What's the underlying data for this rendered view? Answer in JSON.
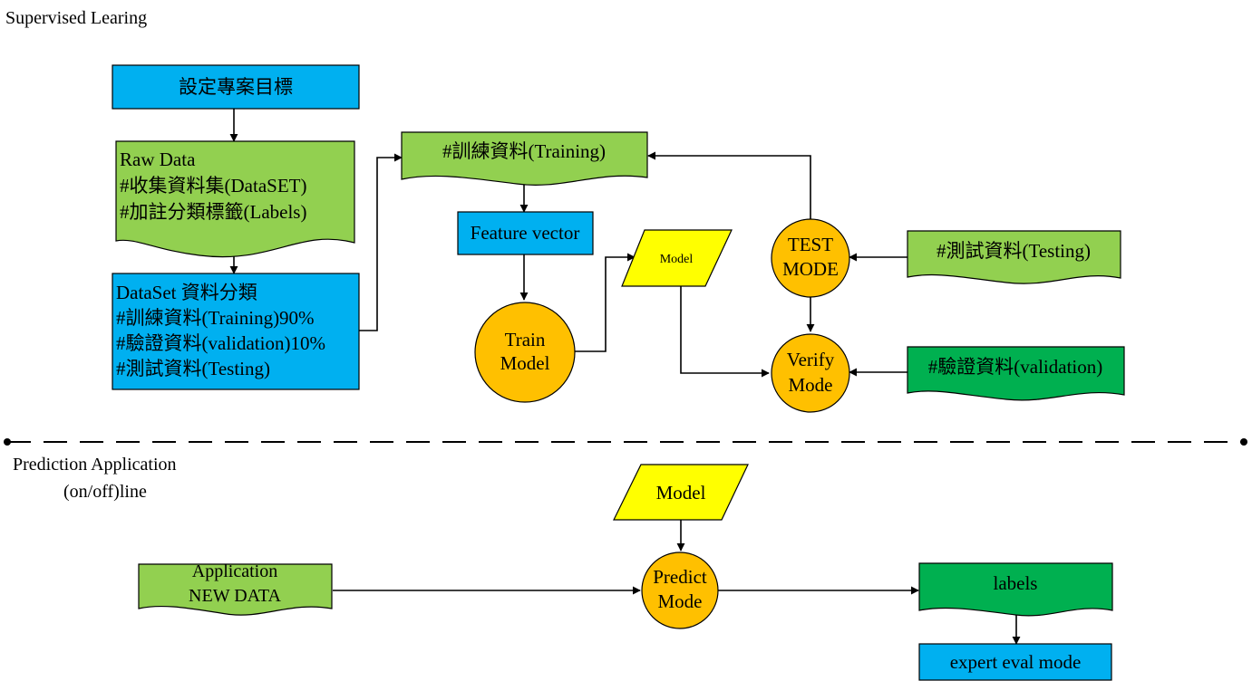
{
  "colors": {
    "blue": "#00b0f0",
    "light_green": "#92d050",
    "dark_green": "#00b050",
    "orange": "#ffc000",
    "yellow": "#ffff00"
  },
  "sections": {
    "top": "Supervised Learing",
    "bottom_line1": "Prediction Application",
    "bottom_line2": "(on/off)line"
  },
  "nodes": {
    "goal": "設定專案目標",
    "raw_data": [
      "Raw Data",
      "#收集資料集(DataSET)",
      "#加註分類標籤(Labels)"
    ],
    "dataset": [
      "DataSet 資料分類",
      "#訓練資料(Training)90%",
      "#驗證資料(validation)10%",
      "#測試資料(Testing)"
    ],
    "training": "#訓練資料(Training)",
    "feature_vector": "Feature vector",
    "train_model": [
      "Train",
      "Model"
    ],
    "model_top": "Model",
    "test_mode": [
      "TEST",
      "MODE"
    ],
    "testing": "#測試資料(Testing)",
    "verify_mode": [
      "Verify",
      "Mode"
    ],
    "validation": "#驗證資料(validation)",
    "model_bottom": "Model",
    "app_data": [
      "Application",
      "NEW DATA"
    ],
    "predict_mode": [
      "Predict",
      "Mode"
    ],
    "labels": "labels",
    "expert": "expert eval mode"
  }
}
